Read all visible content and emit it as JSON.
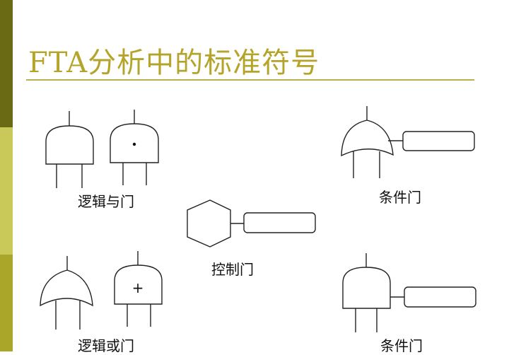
{
  "slide": {
    "title": "FTA分析中的标准符号"
  },
  "gates": {
    "logic_and": "逻辑与门",
    "logic_or": "逻辑或门",
    "control": "控制门",
    "conditional_top": "条件门",
    "conditional_bottom": "条件门",
    "or_symbol": "+"
  },
  "colors": {
    "sidebar_dark": "#6b6a14",
    "sidebar_light": "#c9c95a",
    "sidebar_mid": "#a9a62a",
    "title": "#b5a42a",
    "rule": "#b5b24a"
  }
}
